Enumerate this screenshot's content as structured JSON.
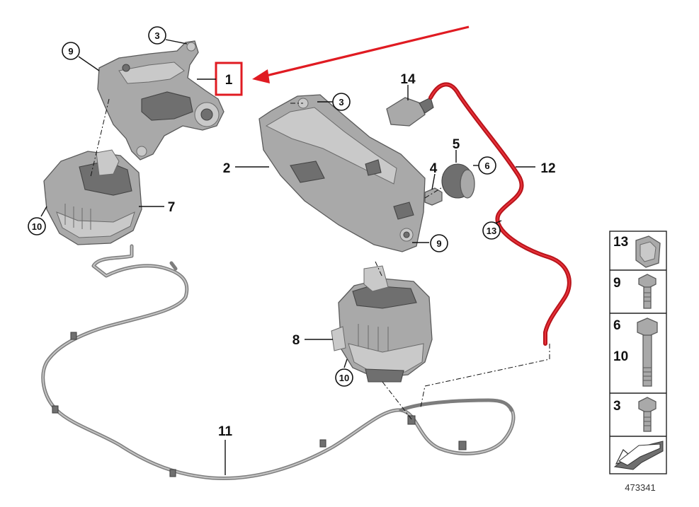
{
  "callouts": {
    "c1": "1",
    "c2": "2",
    "c3a": "3",
    "c3b": "3",
    "c4": "4",
    "c5": "5",
    "c6": "6",
    "c7": "7",
    "c8": "8",
    "c9a": "9",
    "c9b": "9",
    "c10a": "10",
    "c10b": "10",
    "c11": "11",
    "c12": "12",
    "c13": "13",
    "c14": "14"
  },
  "legend": {
    "items": [
      "13",
      "9",
      "6",
      "10",
      "3"
    ]
  },
  "reference_number": "473341",
  "colors": {
    "highlight": "#e01b22",
    "part_gray": "#a9a9a9",
    "hose_red": "#b8141b"
  }
}
